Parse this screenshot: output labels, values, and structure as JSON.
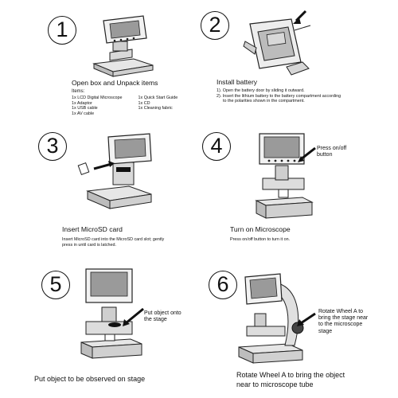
{
  "steps": [
    {
      "number": "1",
      "title": "Open box and Unpack items",
      "items_heading": "Items:",
      "items_col1": [
        "1x LCD Digital Microscope",
        "1x Adaptor",
        "1x USB cable",
        "1x AV cable"
      ],
      "items_col2": [
        "1x Quick Start Guide",
        "1x CD",
        "1x Cleaning fabric"
      ]
    },
    {
      "number": "2",
      "title": "Install battery",
      "lines": [
        "1). Open the battery door by sliding it outward.",
        "2). Insert the lithium battery to the battery compartment according",
        "to the polarities shown in the compartment."
      ]
    },
    {
      "number": "3",
      "title": "Insert MicroSD card",
      "lines": [
        "Insert MicroSD card into the MicroSD card slot; gently",
        "press in until card is latched."
      ]
    },
    {
      "number": "4",
      "title": "Turn on Microscope",
      "callout": [
        "Press on/off",
        "button"
      ],
      "lines": [
        "Press on/off button to turn it on."
      ]
    },
    {
      "number": "5",
      "callout": [
        "Put object onto",
        "the stage"
      ],
      "caption": "Put object to be observed on stage"
    },
    {
      "number": "6",
      "callout": [
        "Rotate Wheel A to",
        "bring the stage near",
        "to the microscope",
        "stage"
      ],
      "caption_lines": [
        "Rotate Wheel A to bring the object",
        "near to microscope tube"
      ]
    }
  ]
}
